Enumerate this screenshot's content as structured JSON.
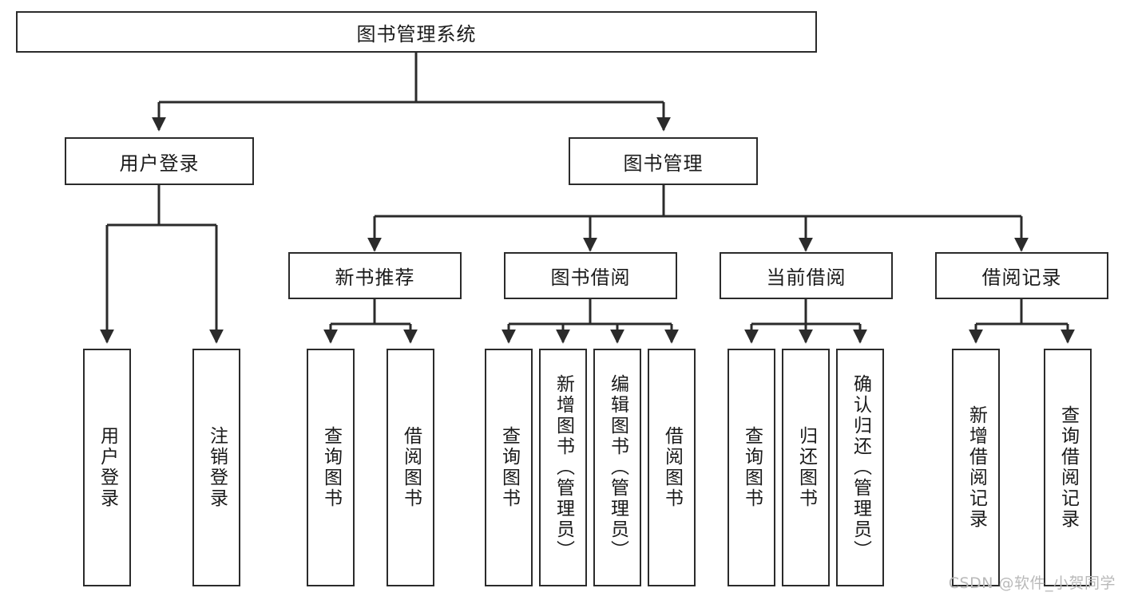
{
  "diagram": {
    "title": "图书管理系统",
    "type": "tree-hierarchy-diagram",
    "edge_color": "#2b2b2b",
    "box_border_color": "#2b2b2b",
    "box_fill_color": "#ffffff",
    "text_color": "#1a1a1a",
    "root": {
      "label": "图书管理系统",
      "orientation": "horizontal"
    },
    "level2": [
      {
        "label": "用户登录",
        "orientation": "horizontal"
      },
      {
        "label": "图书管理",
        "orientation": "horizontal"
      }
    ],
    "level3": [
      {
        "label": "新书推荐",
        "orientation": "horizontal"
      },
      {
        "label": "图书借阅",
        "orientation": "horizontal"
      },
      {
        "label": "当前借阅",
        "orientation": "horizontal"
      },
      {
        "label": "借阅记录",
        "orientation": "horizontal"
      }
    ],
    "leaves": {
      "user_login": [
        {
          "label": "用户登录",
          "orientation": "vertical"
        },
        {
          "label": "注销登录",
          "orientation": "vertical"
        }
      ],
      "new_book_recommend": [
        {
          "label": "查询图书",
          "orientation": "vertical"
        },
        {
          "label": "借阅图书",
          "orientation": "vertical"
        }
      ],
      "book_borrow": [
        {
          "label": "查询图书",
          "orientation": "vertical"
        },
        {
          "label": "新增图书（管理员）",
          "orientation": "vertical"
        },
        {
          "label": "编辑图书（管理员）",
          "orientation": "vertical"
        },
        {
          "label": "借阅图书",
          "orientation": "vertical"
        }
      ],
      "current_borrow": [
        {
          "label": "查询图书",
          "orientation": "vertical"
        },
        {
          "label": "归还图书",
          "orientation": "vertical"
        },
        {
          "label": "确认归还（管理员）",
          "orientation": "vertical"
        }
      ],
      "borrow_record": [
        {
          "label": "新增借阅记录",
          "orientation": "vertical"
        },
        {
          "label": "查询借阅记录",
          "orientation": "vertical"
        }
      ]
    }
  },
  "watermark": {
    "text": "CSDN @软件_小贺同学"
  }
}
